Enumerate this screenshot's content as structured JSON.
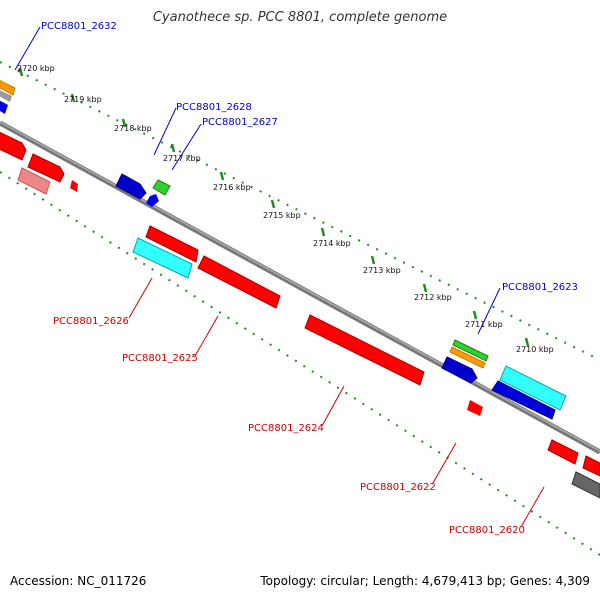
{
  "title": "Cyanothece sp. PCC 8801, complete genome",
  "footer": {
    "accession": "Accession: NC_011726",
    "topology": "Topology: circular; Length: 4,679,413 bp; Genes: 4,309"
  },
  "colors": {
    "backbone": "#888888",
    "forward_strand_label": "#0000cc",
    "reverse_strand_label": "#cc0000",
    "tick": "#228b22"
  },
  "kbp_labels": [
    "2720 kbp",
    "2719 kbp",
    "2718 kbp",
    "2717 kbp",
    "2716 kbp",
    "2715 kbp",
    "2714 kbp",
    "2713 kbp",
    "2712 kbp",
    "2711 kbp",
    "2710 kbp"
  ],
  "gene_labels": {
    "PCC8801_2632": "PCC8801_2632",
    "PCC8801_2628": "PCC8801_2628",
    "PCC8801_2627": "PCC8801_2627",
    "PCC8801_2623": "PCC8801_2623",
    "PCC8801_2626": "PCC8801_2626",
    "PCC8801_2625": "PCC8801_2625",
    "PCC8801_2624": "PCC8801_2624",
    "PCC8801_2622": "PCC8801_2622",
    "PCC8801_2620": "PCC8801_2620"
  }
}
